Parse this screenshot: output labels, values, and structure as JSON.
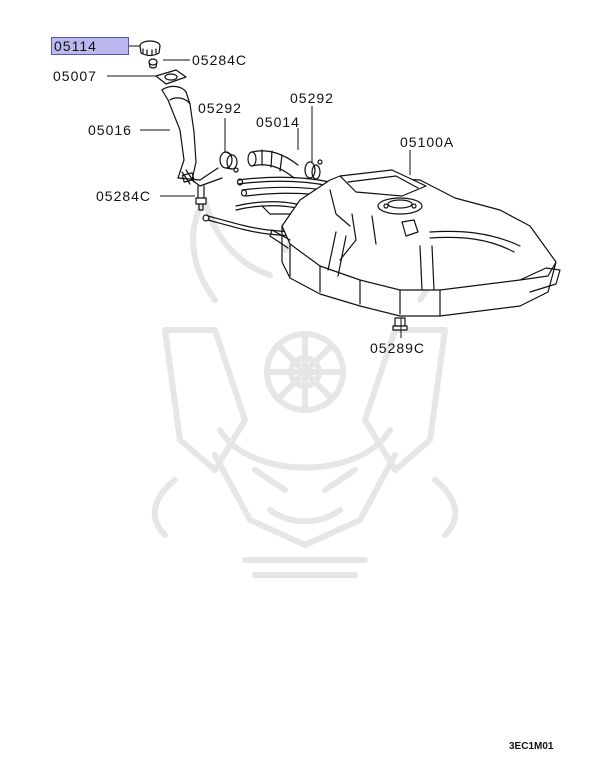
{
  "labels": {
    "p05114": "05114",
    "p05284c_top": "05284C",
    "p05007": "05007",
    "p05016": "05016",
    "p05292_left": "05292",
    "p05292_right": "05292",
    "p05014": "05014",
    "p05100a": "05100A",
    "p05284c_left": "05284C",
    "p05289c": "05289C"
  },
  "diagram_code": "3EC1M01",
  "colors": {
    "line": "#111111",
    "highlight": "#b9b9f0",
    "watermark": "#e6e6e6"
  }
}
